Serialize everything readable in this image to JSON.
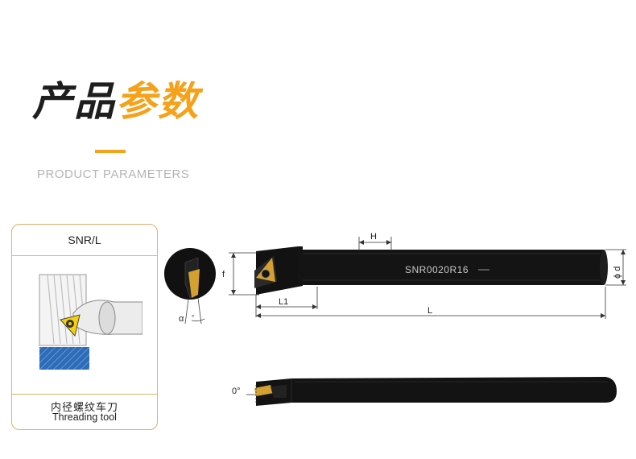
{
  "header": {
    "title_dark": "产品",
    "title_accent": "参数",
    "subtitle": "PRODUCT PARAMETERS"
  },
  "card": {
    "heading": "SNR/L",
    "caption_cn": "内径螺纹车刀",
    "caption_en": "Threading tool"
  },
  "drawing": {
    "model_text": "SNR0020R16",
    "dim_H": "H",
    "dim_f": "f",
    "dim_d": "ϕ d",
    "dim_L1": "L1",
    "dim_L": "L",
    "angle_alpha": "α",
    "angle_zero": "0°"
  },
  "colors": {
    "accent": "#f5a21a",
    "tool_body": "#141414",
    "insert_gold": "#d4a030",
    "card_border": "#e0b070",
    "workpiece_blue": "#2c6cb8"
  }
}
